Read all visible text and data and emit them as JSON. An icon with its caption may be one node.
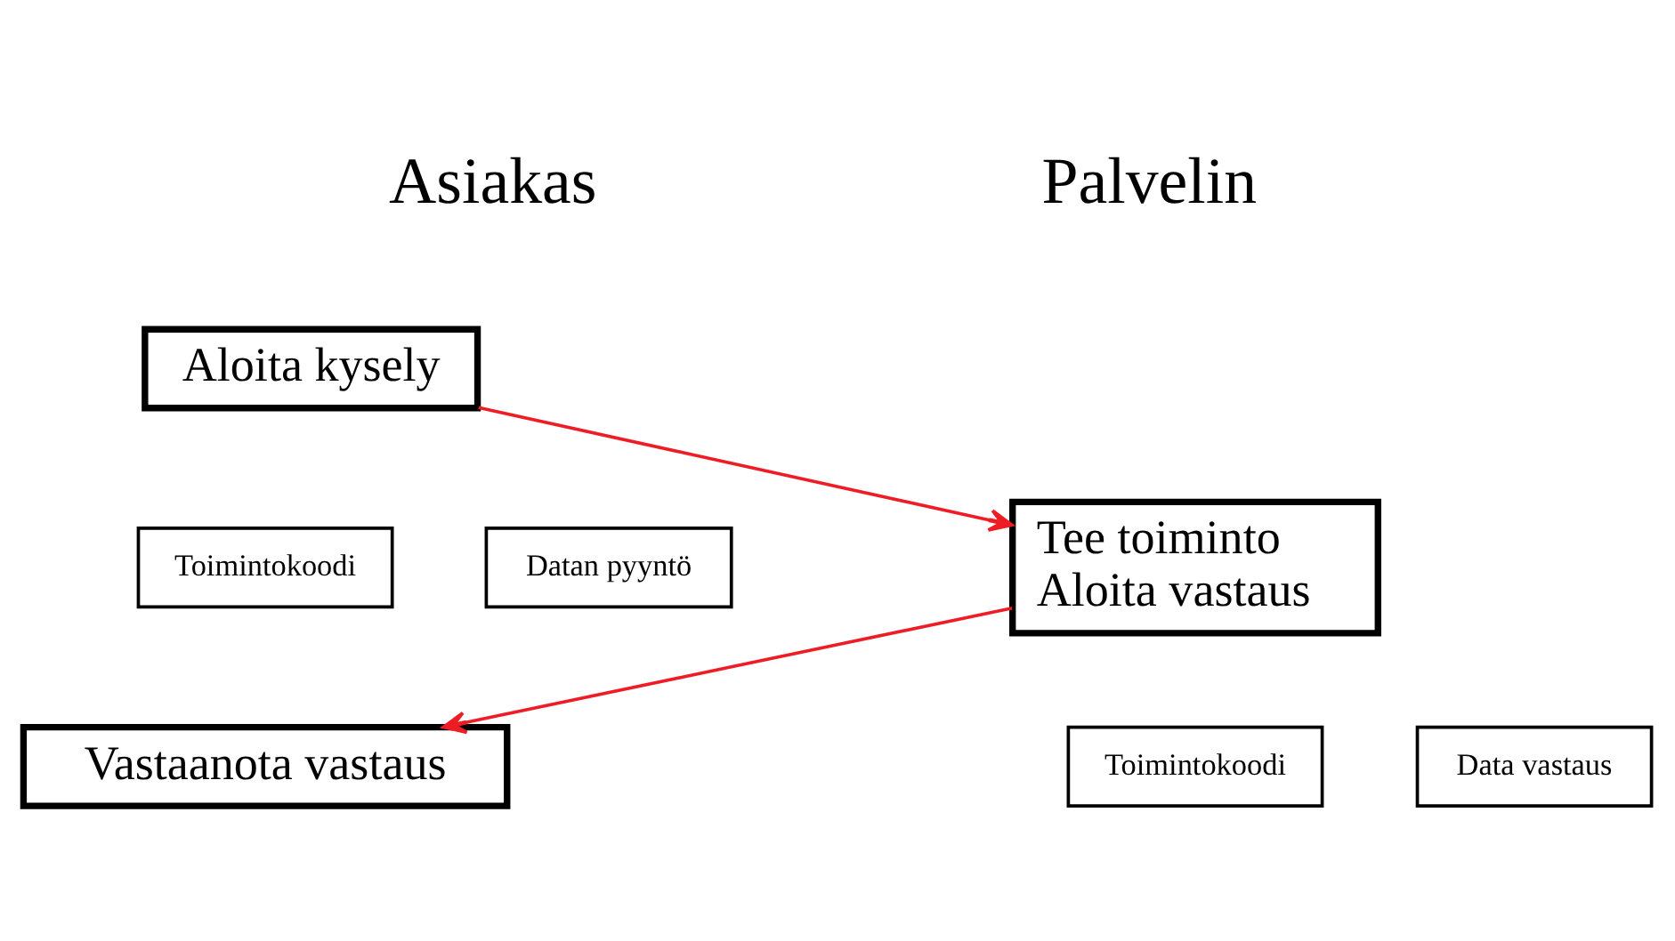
{
  "diagram": {
    "nodes": [
      {
        "text": [
          "Aloita kysely"
        ]
      },
      {
        "text": [
          "Toimintokoodi"
        ]
      },
      {
        "text": [
          "Datan pyyntö"
        ]
      },
      {
        "text": [
          "Tee toiminto",
          "Aloita vastaus"
        ]
      },
      {
        "text": [
          "Vastaanota vastaus"
        ]
      },
      {
        "text": [
          "Toimintokoodi"
        ]
      },
      {
        "text": [
          "Data vastaus"
        ]
      }
    ],
    "edges": [
      {
        "from": 0,
        "to": 3,
        "arrow": "to"
      },
      {
        "from": 3,
        "to": 4,
        "arrow": "to"
      }
    ],
    "labels": [
      "Asiakas",
      "Palvelin"
    ]
  }
}
